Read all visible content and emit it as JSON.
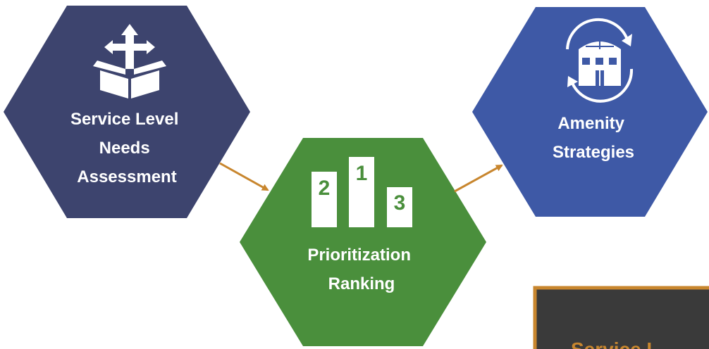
{
  "colors": {
    "navy": "#3d446e",
    "green": "#4a8f3c",
    "blue": "#3e59a6",
    "arrow": "#c8862e",
    "card_bg": "#3a3a3a",
    "card_border": "#c8862e",
    "card_text": "#c8862e",
    "icon": "#ffffff"
  },
  "steps": [
    {
      "label_lines": [
        "Service Level",
        "Needs",
        "Assessment"
      ],
      "icon": "open-box-icon"
    },
    {
      "label_lines": [
        "Prioritization",
        "Ranking"
      ],
      "icon": "podium-icon",
      "podium": [
        "2",
        "1",
        "3"
      ]
    },
    {
      "label_lines": [
        "Amenity",
        "Strategies"
      ],
      "icon": "building-cycle-icon"
    }
  ],
  "card": {
    "title": "Service L"
  }
}
